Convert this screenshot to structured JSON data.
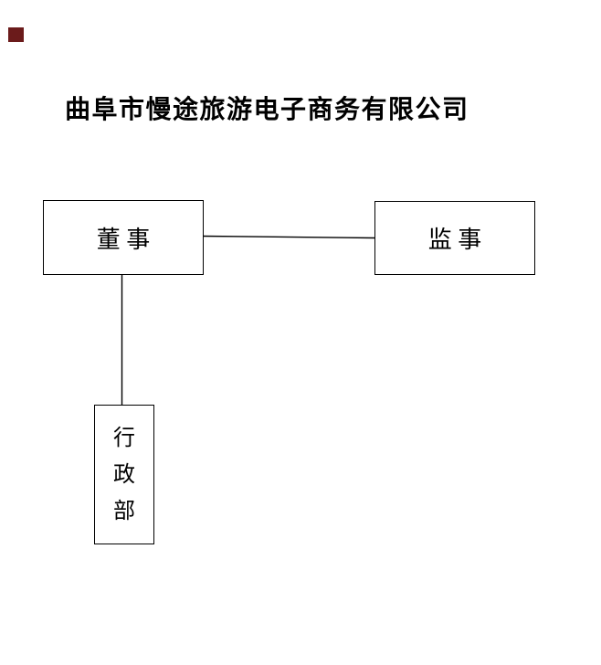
{
  "page": {
    "title": "曲阜市慢途旅游电子商务有限公司",
    "background": "#ffffff"
  },
  "marker": {
    "color": "#6b1b1b"
  },
  "org_chart": {
    "line_color": "#000000",
    "nodes": [
      {
        "id": "director",
        "label": "董 事"
      },
      {
        "id": "supervisor",
        "label": "监 事"
      },
      {
        "id": "admin-dept",
        "label": "行政部",
        "text_orientation": "vertical",
        "chars": [
          "行",
          "政",
          "部"
        ]
      }
    ],
    "edges": [
      {
        "from": "director",
        "to": "supervisor"
      },
      {
        "from": "director",
        "to": "admin-dept"
      }
    ]
  }
}
